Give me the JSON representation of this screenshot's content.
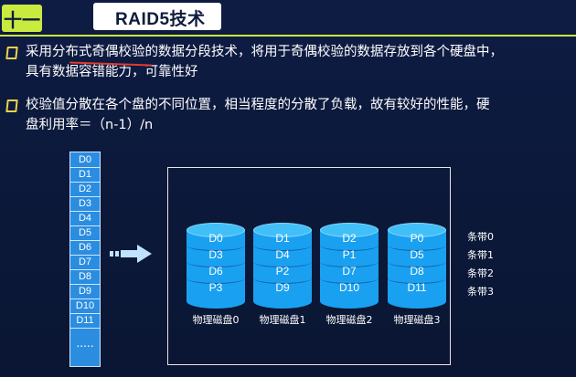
{
  "header": {
    "chapter": "十一",
    "title": "RAID5技术"
  },
  "bullets": [
    {
      "line1": "采用分布式奇偶校验的数据分段技术，将用于奇偶校验的数据存放到各个硬盘中，",
      "line2": "具有数据容错能力，可靠性好"
    },
    {
      "line1": "校验值分散在各个盘的不同位置，相当程度的分散了负载，故有较好的性能，硬",
      "line2": "盘利用率＝（n-1）/n"
    }
  ],
  "stripe_list": {
    "items": [
      "D0",
      "D1",
      "D2",
      "D3",
      "D4",
      "D5",
      "D6",
      "D7",
      "D8",
      "D9",
      "D10",
      "D11"
    ],
    "more": "....."
  },
  "disks": [
    {
      "label": "物理磁盘0",
      "blocks": [
        "D0",
        "D3",
        "D6",
        "P3"
      ]
    },
    {
      "label": "物理磁盘1",
      "blocks": [
        "D1",
        "D4",
        "P2",
        "D9"
      ]
    },
    {
      "label": "物理磁盘2",
      "blocks": [
        "D2",
        "P1",
        "D7",
        "D10"
      ]
    },
    {
      "label": "物理磁盘3",
      "blocks": [
        "P0",
        "D5",
        "D8",
        "D11"
      ]
    }
  ],
  "stripes": [
    "条带0",
    "条带1",
    "条带2",
    "条带3"
  ],
  "colors": {
    "accent": "#c9ea3f",
    "background": "#0d1a3d",
    "disk": "#1aa0f0",
    "stripe_cell": "#2b8de0"
  }
}
